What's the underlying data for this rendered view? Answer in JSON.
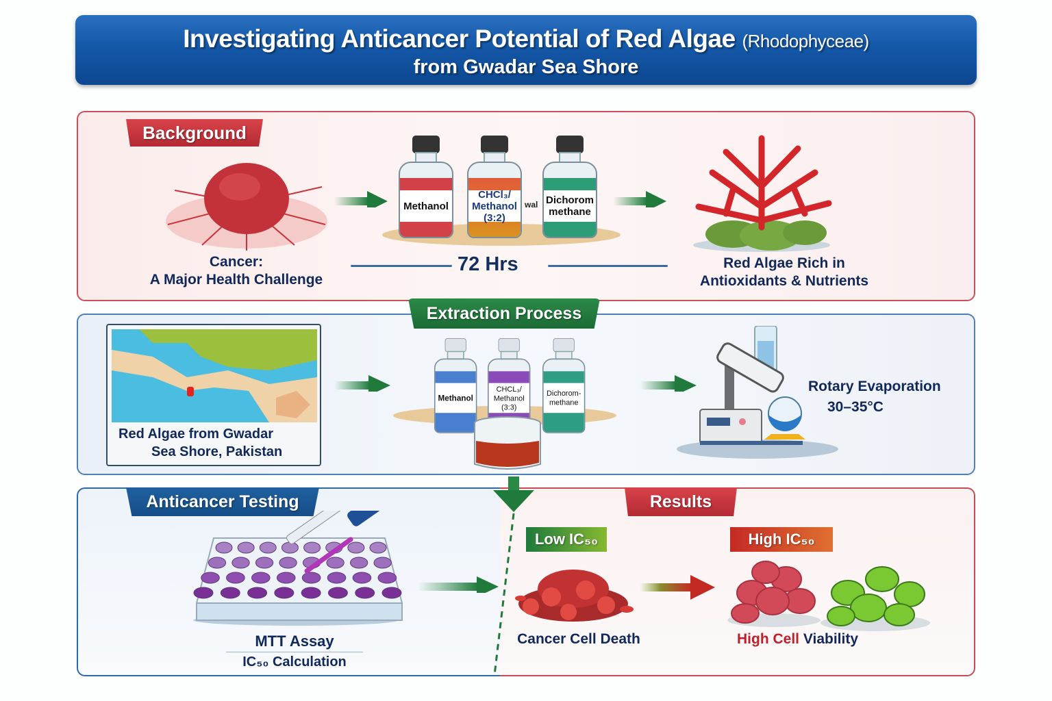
{
  "title": {
    "main": "Investigating Anticancer Potential of Red Algae",
    "parenthetical": "(Rhodophyceae)",
    "line2": "from Gwadar Sea Shore"
  },
  "background": {
    "tag": "Background",
    "cancer_caption_1": "Cancer:",
    "cancer_caption_2": "A Major Health Challenge",
    "bottles": [
      {
        "label": "Methanol",
        "color": "#cf3b43"
      },
      {
        "label": "CHCl₃/ Methanol (3:2)",
        "color": "#d9861f"
      },
      {
        "label": "Dichorom methane",
        "color": "#2f9c78"
      }
    ],
    "between_text": "wal",
    "duration": "72 Hrs",
    "algae_caption_1": "Red Algae Rich in",
    "algae_caption_2": "Antioxidants & Nutrients"
  },
  "extraction": {
    "tag": "Extraction Process",
    "map_caption_1": "Red Algae from Gwadar",
    "map_caption_2": "Sea Shore, Pakistan",
    "bottles": [
      {
        "label": "Methanol",
        "color": "#4a7fcf"
      },
      {
        "label": "CHCL₃/ Methanol (3:3)",
        "color": "#8a4ab8"
      },
      {
        "label": "Dichorom-methane",
        "color": "#2f9c84"
      }
    ],
    "rotary_label": "Rotary Evaporation",
    "rotary_temp": "30–35°C"
  },
  "testing": {
    "tag": "Anticancer Testing",
    "assay": "MTT Assay",
    "calc": "IC₅₀ Calculation"
  },
  "results": {
    "tag": "Results",
    "low_tag": "Low IC₅₀",
    "low_caption": "Cancer Cell Death",
    "high_tag": "High IC₅₀",
    "high_caption_red": "High Cell",
    "high_caption_blue": "Viability"
  },
  "colors": {
    "title_blue": "#1458a8",
    "bg_red": "#c9505a",
    "green": "#1f7a3c",
    "navy": "#10285a"
  }
}
